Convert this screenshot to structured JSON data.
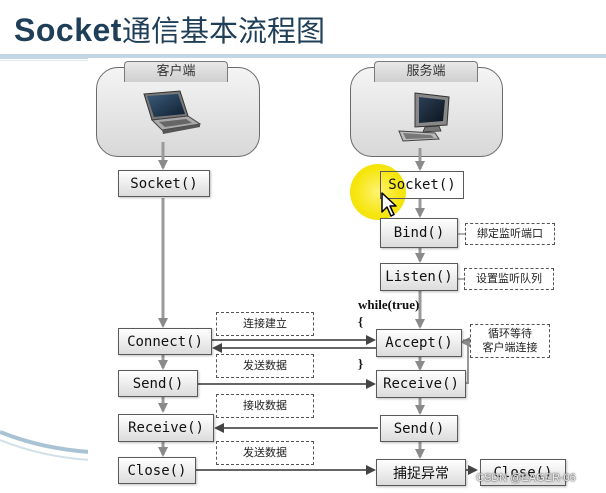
{
  "title": {
    "en": "Socket",
    "zh": "通信基本流程图"
  },
  "client": {
    "label": "客户端",
    "steps": {
      "socket": "Socket()",
      "connect": "Connect()",
      "send": "Send()",
      "receive": "Receive()",
      "close": "Close()"
    }
  },
  "server": {
    "label": "服务端",
    "steps": {
      "socket": "Socket()",
      "bind": "Bind()",
      "listen": "Listen()",
      "accept": "Accept()",
      "receive": "Receive()",
      "send": "Send()",
      "catch": "捕捉异常",
      "close": "Close()"
    }
  },
  "notes": {
    "bind": "绑定监听端口",
    "listen": "设置监听队列",
    "accept_line1": "循环等待",
    "accept_line2": "客户端连接",
    "connect": "连接建立",
    "send": "发送数据",
    "receive": "接收数据",
    "close": "发送数据"
  },
  "loop": {
    "label": "while(true)",
    "open": "{",
    "close": "}"
  },
  "watermark": "CSDN @EAGER-06",
  "colors": {
    "title": "#1f3e57",
    "highlight": "#f7e600",
    "rule": "#c4d6e3"
  },
  "icons": {
    "client": "laptop-icon",
    "server": "desktop-computer-icon",
    "pointer": "mouse-cursor-icon"
  }
}
